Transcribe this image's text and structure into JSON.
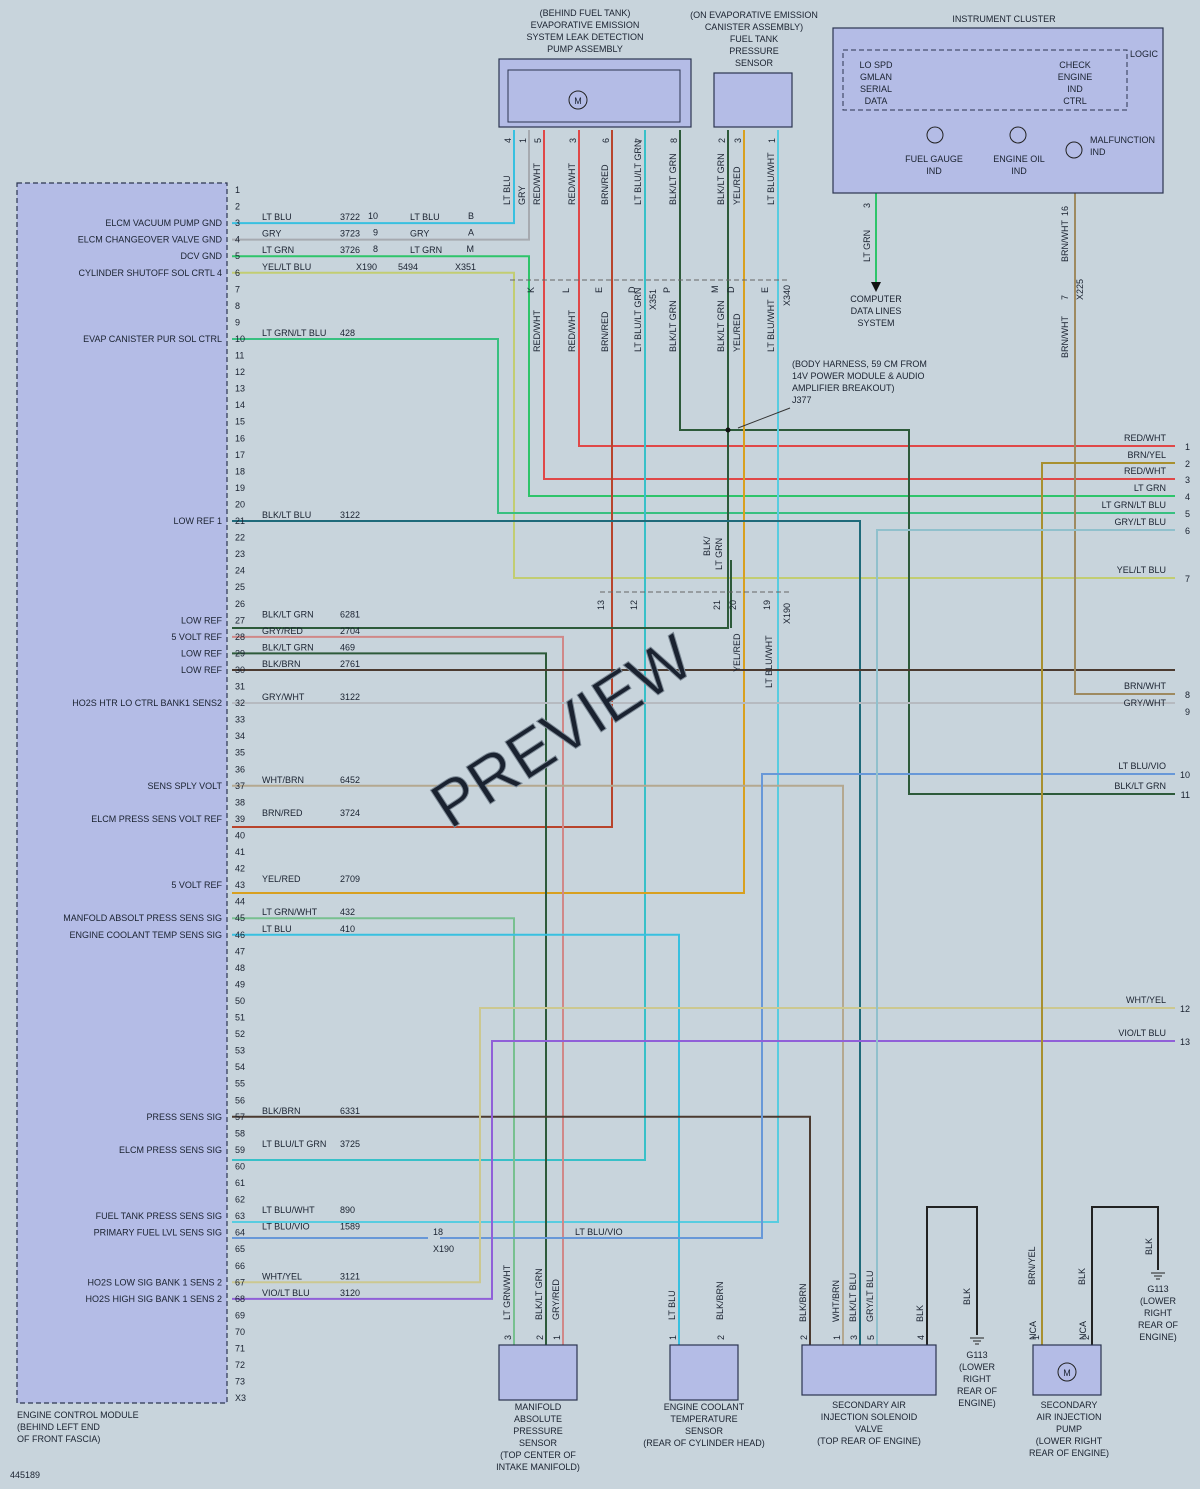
{
  "diagram_id": "445189",
  "watermark": "PREVIEW",
  "colors": {
    "lt_blu": "#38c0e0",
    "gry": "#a6aab0",
    "lt_grn": "#2ec46a",
    "yel_lt_blu": "#c2cd72",
    "lt_grn_lt_blu": "#38c080",
    "blk_lt_blu": "#1f6a7a",
    "blk_lt_grn": "#2d5a3a",
    "gry_red": "#d08888",
    "blk_brn": "#4b3a30",
    "gry_wht": "#b6bac0",
    "wht_brn": "#b4a890",
    "brn_red": "#b8442c",
    "yel_red": "#d8a020",
    "lt_grn_wht": "#78c090",
    "wht_yel": "#ccc890",
    "vio_lt_blu": "#9060d8",
    "lt_blu_lt_grn": "#38c0c8",
    "lt_blu_wht": "#58cce0",
    "lt_blu_vio": "#6898d8",
    "red_wht": "#e04848",
    "brn_yel": "#a89030",
    "brn_wht": "#9e8a60",
    "gry_lt_blu": "#90c0cc"
  },
  "ecm": {
    "title_lines": [
      "ENGINE CONTROL MODULE",
      "(BEHIND LEFT END",
      "OF FRONT FASCIA)"
    ],
    "pin_labels": [
      {
        "pin": "3",
        "label": "ELCM VACUUM PUMP GND",
        "wire": "LT BLU",
        "circuit": "3722"
      },
      {
        "pin": "4",
        "label": "ELCM CHANGEOVER VALVE GND",
        "wire": "GRY",
        "circuit": "3723"
      },
      {
        "pin": "5",
        "label": "DCV GND",
        "wire": "LT GRN",
        "circuit": "3726"
      },
      {
        "pin": "6",
        "label": "CYLINDER SHUTOFF SOL CRTL 4",
        "wire": "YEL/LT BLU",
        "circuit": ""
      },
      {
        "pin": "10",
        "label": "EVAP CANISTER PUR SOL CTRL",
        "wire": "LT GRN/LT BLU",
        "circuit": "428"
      },
      {
        "pin": "21",
        "label": "LOW REF 1",
        "wire": "BLK/LT BLU",
        "circuit": "3122"
      },
      {
        "pin": "27",
        "label": "LOW REF",
        "wire": "BLK/LT GRN",
        "circuit": "6281"
      },
      {
        "pin": "28",
        "label": "5 VOLT REF",
        "wire": "GRY/RED",
        "circuit": "2704"
      },
      {
        "pin": "29",
        "label": "LOW REF",
        "wire": "BLK/LT GRN",
        "circuit": "469"
      },
      {
        "pin": "30",
        "label": "LOW REF",
        "wire": "BLK/BRN",
        "circuit": "2761"
      },
      {
        "pin": "32",
        "label": "HO2S HTR LO CTRL BANK1 SENS2",
        "wire": "GRY/WHT",
        "circuit": "3122"
      },
      {
        "pin": "37",
        "label": "SENS SPLY VOLT",
        "wire": "WHT/BRN",
        "circuit": "6452"
      },
      {
        "pin": "39",
        "label": "ELCM PRESS SENS VOLT REF",
        "wire": "BRN/RED",
        "circuit": "3724"
      },
      {
        "pin": "43",
        "label": "5 VOLT REF",
        "wire": "YEL/RED",
        "circuit": "2709"
      },
      {
        "pin": "45",
        "label": "MANFOLD ABSOLT PRESS SENS SIG",
        "wire": "LT GRN/WHT",
        "circuit": "432"
      },
      {
        "pin": "46",
        "label": "ENGINE COOLANT TEMP SENS SIG",
        "wire": "LT BLU",
        "circuit": "410"
      },
      {
        "pin": "57",
        "label": "PRESS SENS SIG",
        "wire": "BLK/BRN",
        "circuit": "6331"
      },
      {
        "pin": "59",
        "label": "ELCM PRESS SENS SIG",
        "wire": "LT BLU/LT GRN",
        "circuit": "3725"
      },
      {
        "pin": "63",
        "label": "FUEL TANK PRESS SENS SIG",
        "wire": "LT BLU/WHT",
        "circuit": "890"
      },
      {
        "pin": "64",
        "label": "PRIMARY FUEL LVL SENS SIG",
        "wire": "LT BLU/VIO",
        "circuit": "1589"
      },
      {
        "pin": "67",
        "label": "HO2S LOW SIG BANK 1 SENS 2",
        "wire": "WHT/YEL",
        "circuit": "3121"
      },
      {
        "pin": "68",
        "label": "HO2S HIGH SIG BANK 1 SENS 2",
        "wire": "VIO/LT BLU",
        "circuit": "3120"
      }
    ],
    "x3": "X3"
  },
  "inline": {
    "c1_pins": [
      "10",
      "9",
      "8"
    ],
    "c1_wires": [
      "LT BLU",
      "GRY",
      "LT GRN"
    ],
    "c1_letters": [
      "B",
      "A",
      "M"
    ],
    "x190_label": "X190",
    "x351_label": "X351",
    "circuit_5494": "5494",
    "x340_label": "X340",
    "x225_label": "X225",
    "pin18": "18",
    "lt_blu_vio": "LT BLU/VIO"
  },
  "elcm_pump": {
    "title_lines": [
      "(BEHIND FUEL TANK)",
      "EVAPORATIVE EMISSION",
      "SYSTEM LEAK DETECTION",
      "PUMP ASSEMBLY"
    ],
    "pins": [
      "4",
      "1",
      "5",
      "3",
      "6",
      "7",
      "8"
    ],
    "wires": [
      "LT BLU",
      "GRY",
      "RED/WHT",
      "RED/WHT",
      "BRN/RED",
      "LT BLU/LT GRN",
      "BLK/LT GRN"
    ],
    "x351_letters": [
      "K",
      "L",
      "E",
      "D",
      "P"
    ],
    "motor": "M"
  },
  "ftp_sensor": {
    "title_lines": [
      "(ON EVAPORATIVE EMISSION",
      "CANISTER ASSEMBLY)",
      "FUEL TANK",
      "PRESSURE",
      "SENSOR"
    ],
    "pins": [
      "2",
      "3",
      "1"
    ],
    "wires": [
      "BLK/LT GRN",
      "YEL/RED",
      "LT BLU/WHT"
    ],
    "x340_letters": [
      "M",
      "D",
      "E"
    ],
    "lower_pins": [
      "13",
      "12",
      "21",
      "20",
      "19"
    ],
    "blk_lt_grn_split": [
      "BLK/",
      "LT GRN"
    ]
  },
  "cluster": {
    "title": "INSTRUMENT CLUSTER",
    "logic": "LOGIC",
    "serial_lines": [
      "LO SPD",
      "GMLAN",
      "SERIAL",
      "DATA"
    ],
    "check_lines": [
      "CHECK",
      "ENGINE",
      "IND",
      "CTRL"
    ],
    "fuel_gauge": [
      "FUEL GAUGE",
      "IND"
    ],
    "engine_oil": [
      "ENGINE OIL",
      "IND"
    ],
    "malfunction": [
      "MALFUNCTION",
      "IND"
    ],
    "pin3": "3",
    "pin16": "16",
    "pin7": "7",
    "lt_grn": "LT GRN",
    "brn_wht": "BRN/WHT",
    "cdl_lines": [
      "COMPUTER",
      "DATA LINES",
      "SYSTEM"
    ]
  },
  "splice": {
    "lines": [
      "(BODY HARNESS, 59 CM FROM",
      "14V POWER MODULE & AUDIO",
      "AMPLIFIER BREAKOUT)",
      "J377"
    ]
  },
  "continuations": [
    {
      "wire": "RED/WHT",
      "num": "1"
    },
    {
      "wire": "BRN/YEL",
      "num": "2"
    },
    {
      "wire": "RED/WHT",
      "num": "3"
    },
    {
      "wire": "LT GRN",
      "num": "4"
    },
    {
      "wire": "LT GRN/LT BLU",
      "num": "5"
    },
    {
      "wire": "GRY/LT BLU",
      "num": "6"
    },
    {
      "wire": "YEL/LT BLU",
      "num": "7"
    },
    {
      "wire": "BRN/WHT",
      "num": "8"
    },
    {
      "wire": "GRY/WHT",
      "num": "9"
    },
    {
      "wire": "LT BLU/VIO",
      "num": "10"
    },
    {
      "wire": "BLK/LT GRN",
      "num": "11"
    },
    {
      "wire": "WHT/YEL",
      "num": "12"
    },
    {
      "wire": "VIO/LT BLU",
      "num": "13"
    }
  ],
  "components": [
    {
      "name": "MAP",
      "lines": [
        "MANIFOLD",
        "ABSOLUTE",
        "PRESSURE",
        "SENSOR",
        "(TOP CENTER OF",
        "INTAKE MANIFOLD)"
      ],
      "pins": [
        "3",
        "2",
        "1"
      ],
      "wires": [
        "LT GRN/WHT",
        "BLK/LT GRN",
        "GRY/RED"
      ]
    },
    {
      "name": "ECT",
      "lines": [
        "ENGINE COOLANT",
        "TEMPERATURE",
        "SENSOR",
        "(REAR OF CYLINDER HEAD)"
      ],
      "pins": [
        "1",
        "2"
      ],
      "wires": [
        "LT BLU",
        "BLK/BRN"
      ]
    },
    {
      "name": "AIR_VALVE",
      "lines": [
        "SECONDARY AIR",
        "INJECTION SOLENOID",
        "VALVE",
        "(TOP REAR OF ENGINE)"
      ],
      "pins": [
        "2",
        "1",
        "3",
        "5",
        "4"
      ],
      "wires": [
        "BLK/BRN",
        "WHT/BRN",
        "BLK/LT BLU",
        "GRY/LT BLU",
        "BLK"
      ]
    },
    {
      "name": "AIR_PUMP",
      "lines": [
        "SECONDARY",
        "AIR INJECTION",
        "PUMP",
        "(LOWER RIGHT",
        "REAR OF ENGINE)"
      ],
      "pins": [
        "1",
        "2"
      ],
      "wires": [
        "BRN/YEL",
        "BLK"
      ],
      "nca": "NCA"
    }
  ],
  "grounds": [
    {
      "id": "G113",
      "lines": [
        "G113",
        "(LOWER",
        "RIGHT",
        "REAR OF",
        "ENGINE)"
      ],
      "wire": "BLK"
    },
    {
      "id": "G113",
      "lines": [
        "G113",
        "(LOWER",
        "RIGHT",
        "REAR OF",
        "ENGINE)"
      ],
      "wire": "BLK"
    }
  ]
}
